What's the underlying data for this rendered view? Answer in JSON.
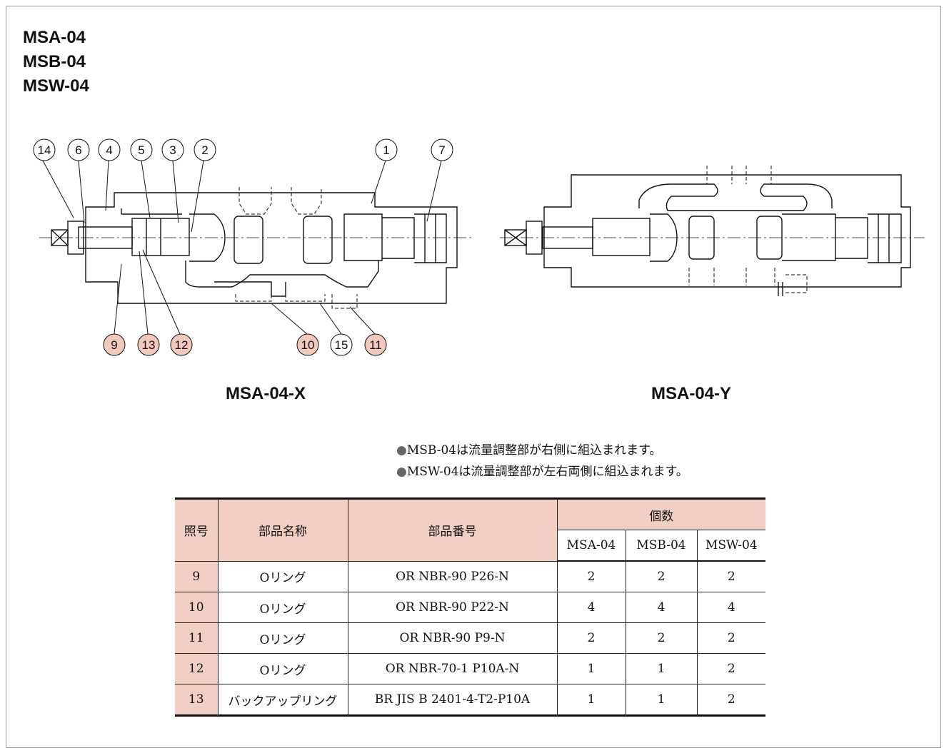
{
  "models": [
    "MSA-04",
    "MSB-04",
    "MSW-04"
  ],
  "diagrams": {
    "left_caption": "MSA-04-X",
    "right_caption": "MSA-04-Y",
    "top_callouts": [
      "14",
      "6",
      "4",
      "5",
      "3",
      "2",
      "1",
      "7"
    ],
    "bottom_callouts": [
      "9",
      "13",
      "12",
      "10",
      "15",
      "11"
    ],
    "highlight_color": "#f4c9bd"
  },
  "notes": [
    "MSB-04は流量調整部が右側に組込まれます。",
    "MSW-04は流量調整部が左右両側に組込まれます。"
  ],
  "table": {
    "header": {
      "no": "照号",
      "name": "部品名称",
      "part_number": "部品番号",
      "quantity": "個数",
      "models": [
        "MSA-04",
        "MSB-04",
        "MSW-04"
      ]
    },
    "rows": [
      {
        "no": "9",
        "name": "Oリング",
        "part": "OR NBR-90 P26-N",
        "q": [
          "2",
          "2",
          "2"
        ]
      },
      {
        "no": "10",
        "name": "Oリング",
        "part": "OR NBR-90 P22-N",
        "q": [
          "4",
          "4",
          "4"
        ]
      },
      {
        "no": "11",
        "name": "Oリング",
        "part": "OR NBR-90 P9-N",
        "q": [
          "2",
          "2",
          "2"
        ]
      },
      {
        "no": "12",
        "name": "Oリング",
        "part": "OR NBR-70-1 P10A-N",
        "q": [
          "1",
          "1",
          "2"
        ]
      },
      {
        "no": "13",
        "name": "バックアップリング",
        "part": "BR JIS B 2401-4-T2-P10A",
        "q": [
          "1",
          "1",
          "2"
        ]
      }
    ],
    "header_color": "#f2cfc4"
  }
}
